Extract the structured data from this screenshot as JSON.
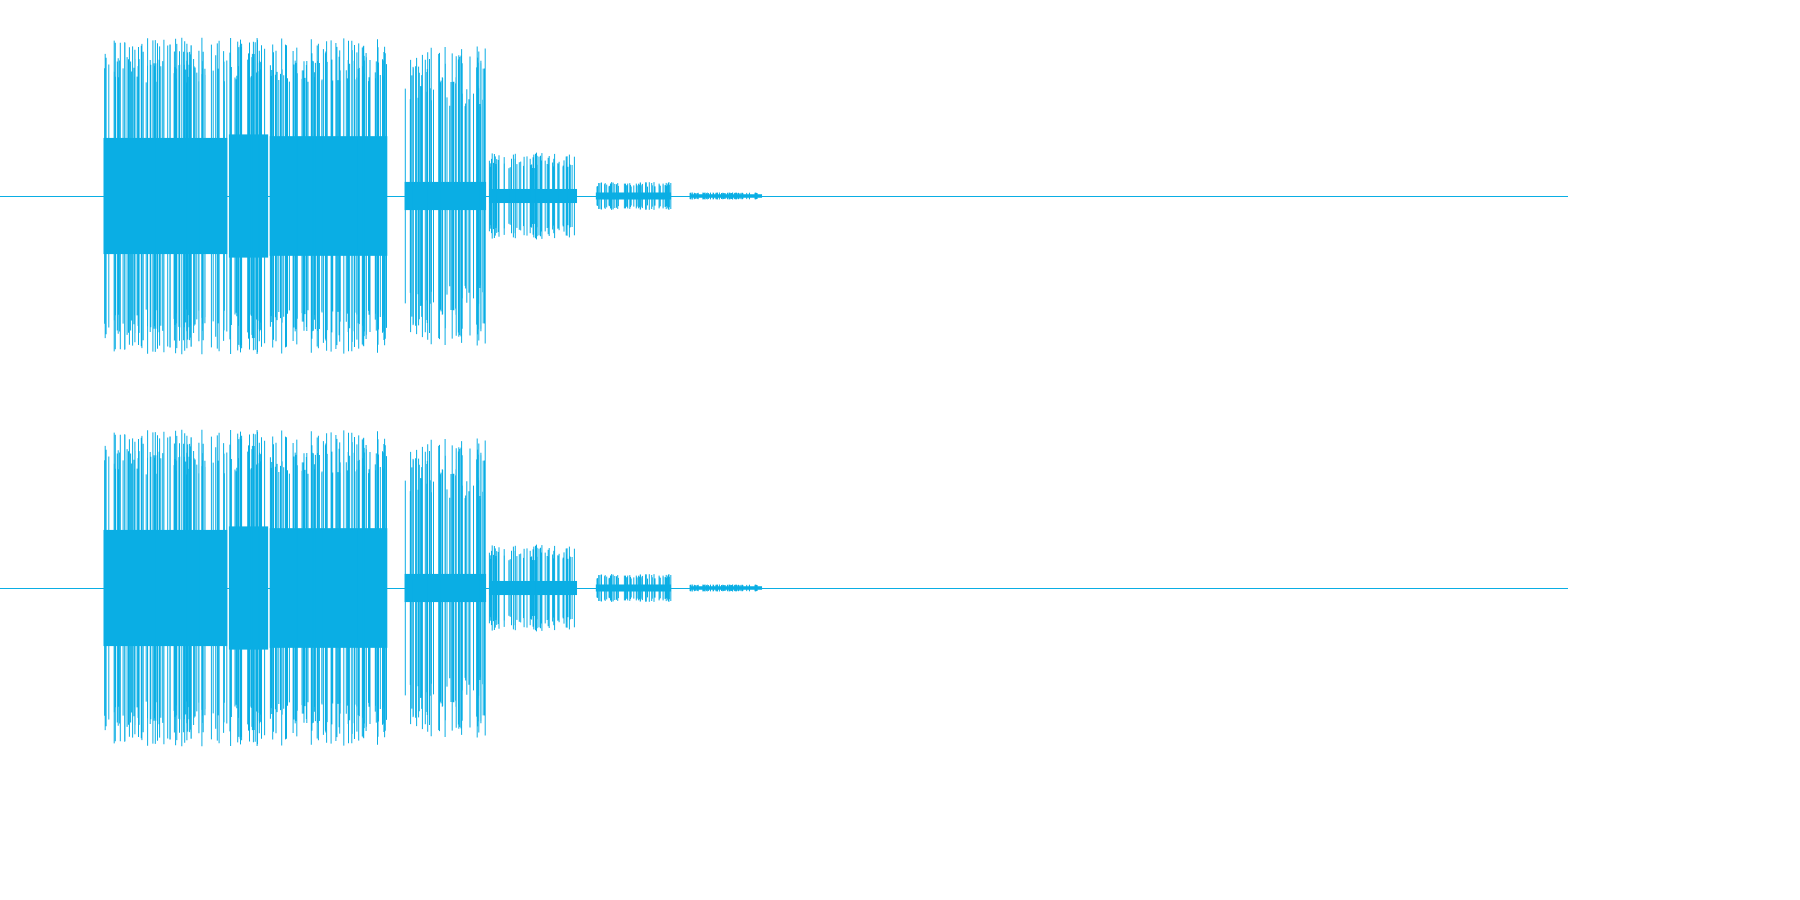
{
  "chart_data": {
    "type": "area",
    "title": "",
    "xlabel": "",
    "ylabel": "",
    "color": "#0aaee4",
    "grid": false,
    "legend": "none",
    "xlim": [
      0,
      1
    ],
    "ylim": [
      -1,
      1
    ],
    "channels": [
      {
        "channel": 1,
        "segments": [
          {
            "x0": 0.066,
            "x1": 0.145,
            "amp": 0.33,
            "peak": 0.9
          },
          {
            "x0": 0.146,
            "x1": 0.171,
            "amp": 0.35,
            "peak": 0.9
          },
          {
            "x0": 0.172,
            "x1": 0.247,
            "amp": 0.34,
            "peak": 0.9
          },
          {
            "x0": 0.258,
            "x1": 0.31,
            "amp": 0.08,
            "peak": 0.85
          },
          {
            "x0": 0.312,
            "x1": 0.368,
            "amp": 0.04,
            "peak": 0.25
          },
          {
            "x0": 0.38,
            "x1": 0.428,
            "amp": 0.02,
            "peak": 0.08
          },
          {
            "x0": 0.44,
            "x1": 0.486,
            "amp": 0.01,
            "peak": 0.02
          }
        ]
      },
      {
        "channel": 2,
        "segments": [
          {
            "x0": 0.066,
            "x1": 0.145,
            "amp": 0.33,
            "peak": 0.9
          },
          {
            "x0": 0.146,
            "x1": 0.171,
            "amp": 0.35,
            "peak": 0.9
          },
          {
            "x0": 0.172,
            "x1": 0.247,
            "amp": 0.34,
            "peak": 0.9
          },
          {
            "x0": 0.258,
            "x1": 0.31,
            "amp": 0.08,
            "peak": 0.85
          },
          {
            "x0": 0.312,
            "x1": 0.368,
            "amp": 0.04,
            "peak": 0.25
          },
          {
            "x0": 0.38,
            "x1": 0.428,
            "amp": 0.02,
            "peak": 0.08
          },
          {
            "x0": 0.44,
            "x1": 0.486,
            "amp": 0.01,
            "peak": 0.02
          }
        ]
      }
    ]
  }
}
